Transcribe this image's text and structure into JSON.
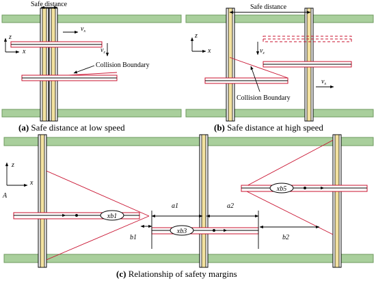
{
  "panel_a": {
    "safe_distance_label": "Safe distance",
    "velocity_x_label": "v",
    "velocity_x_sub": "x",
    "velocity_z_label": "v",
    "velocity_z_sub": "z",
    "axis_z": "z",
    "axis_x": "x",
    "collision_label": "Collision Boundary",
    "caption_bold": "(a)",
    "caption_text": " Safe distance at low speed"
  },
  "panel_b": {
    "safe_distance_label": "Safe distance",
    "axis_z": "z",
    "axis_x": "x",
    "velocity_z_label": "v",
    "velocity_z_sub": "z",
    "velocity_x_label": "v",
    "velocity_x_sub": "x",
    "collision_label": "Collision Boundary",
    "caption_bold": "(b)",
    "caption_text": " Safe distance at high speed"
  },
  "panel_c": {
    "axis_z": "z",
    "axis_x": "x",
    "origin_label": "A",
    "xb1": "xb1",
    "xb3": "xb3",
    "xb5": "xb5",
    "a1": "a1",
    "a2": "a2",
    "b1": "b1",
    "b2": "b2",
    "caption_bold": "(c)",
    "caption_text": " Relationship of safety margins"
  },
  "colors": {
    "rail": "#a9cf9c",
    "post_fill": "#f3e2a0",
    "boundary": "#c8102e"
  }
}
